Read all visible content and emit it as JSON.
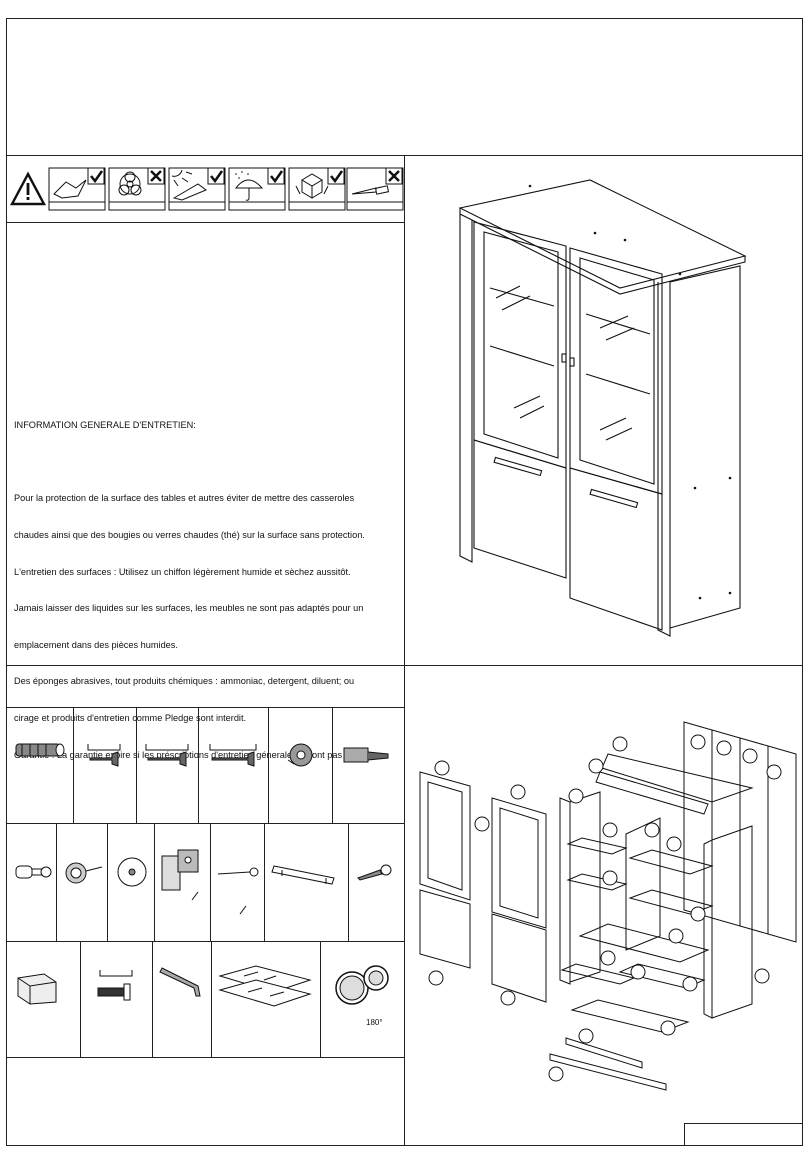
{
  "care": {
    "title": "INFORMATION GENERALE D'ENTRETIEN:",
    "lines": [
      "Pour la protection de la surface des tables et autres éviter de mettre des casseroles",
      "chaudes ainsi que des bougies ou verres chaudes (thé) sur la surface sans protection.",
      "L'entretien des surfaces : Utilisez un chiffon légèrement humide et sèchez aussitôt.",
      "Jamais laisser des liquides sur les surfaces, les meubles ne sont pas adaptés pour un",
      "emplacement dans des pièces humides.",
      "Des éponges abrasives, tout produits chémiques : ammoniac, detergent, diluent; ou",
      "cirage et produits d'entretien comme Pledge sont interdit.",
      "Garantie : La garantie expire si les préscriptions d'entretien génerale ne sont pas"
    ]
  },
  "care_symbols": [
    {
      "icon": "warning-triangle-icon",
      "mark": ""
    },
    {
      "icon": "cloth-icon",
      "mark": "check"
    },
    {
      "icon": "chemical-hazard-icon",
      "mark": "cross"
    },
    {
      "icon": "sun-icon",
      "mark": "check"
    },
    {
      "icon": "umbrella-rain-icon",
      "mark": "check"
    },
    {
      "icon": "box-handling-icon",
      "mark": "check"
    },
    {
      "icon": "knife-icon",
      "mark": "cross"
    }
  ],
  "hardware_parts": [
    {
      "icon": "wooden-dowel-icon"
    },
    {
      "icon": "short-screw-icon"
    },
    {
      "icon": "medium-screw-icon"
    },
    {
      "icon": "long-screw-icon"
    },
    {
      "icon": "cam-lock-icon"
    },
    {
      "icon": "wall-plug-icon"
    },
    {
      "icon": "cam-bolt-icon"
    },
    {
      "icon": "nail-knob-icon"
    },
    {
      "icon": "round-cover-icon"
    },
    {
      "icon": "hinge-icon"
    },
    {
      "icon": "nail-icon"
    },
    {
      "icon": "handle-bar-icon"
    },
    {
      "icon": "wood-screw-icon"
    },
    {
      "icon": "knob-icon"
    },
    {
      "icon": "hex-bolt-icon"
    },
    {
      "icon": "allen-key-icon"
    },
    {
      "icon": "glass-shelf-icon"
    },
    {
      "icon": "rotating-base-icon"
    }
  ],
  "rotating_base_angle": "180°",
  "colors": {
    "line": "#222222",
    "paper": "#ffffff"
  }
}
